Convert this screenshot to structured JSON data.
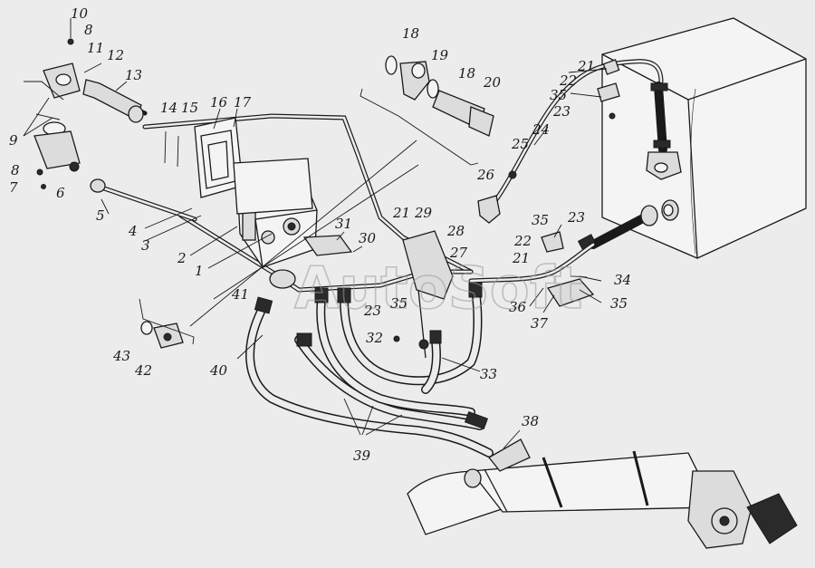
{
  "watermark": "AutoSoft",
  "callouts": [
    {
      "id": "c10",
      "text": "10"
    },
    {
      "id": "c8a",
      "text": "8"
    },
    {
      "id": "c11",
      "text": "11"
    },
    {
      "id": "c12",
      "text": "12"
    },
    {
      "id": "c13",
      "text": "13"
    },
    {
      "id": "c9",
      "text": "9"
    },
    {
      "id": "c8b",
      "text": "8"
    },
    {
      "id": "c7",
      "text": "7"
    },
    {
      "id": "c6",
      "text": "6"
    },
    {
      "id": "c5",
      "text": "5"
    },
    {
      "id": "c14",
      "text": "14"
    },
    {
      "id": "c15",
      "text": "15"
    },
    {
      "id": "c16",
      "text": "16"
    },
    {
      "id": "c17",
      "text": "17"
    },
    {
      "id": "c4",
      "text": "4"
    },
    {
      "id": "c3",
      "text": "3"
    },
    {
      "id": "c2",
      "text": "2"
    },
    {
      "id": "c1",
      "text": "1"
    },
    {
      "id": "c18a",
      "text": "18"
    },
    {
      "id": "c19",
      "text": "19"
    },
    {
      "id": "c18b",
      "text": "18"
    },
    {
      "id": "c20",
      "text": "20"
    },
    {
      "id": "c21a",
      "text": "21"
    },
    {
      "id": "c22a",
      "text": "22"
    },
    {
      "id": "c35a",
      "text": "35"
    },
    {
      "id": "c23a",
      "text": "23"
    },
    {
      "id": "c24",
      "text": "24"
    },
    {
      "id": "c25",
      "text": "25"
    },
    {
      "id": "c26",
      "text": "26"
    },
    {
      "id": "c31",
      "text": "31"
    },
    {
      "id": "c30",
      "text": "30"
    },
    {
      "id": "c21b",
      "text": "21"
    },
    {
      "id": "c29",
      "text": "29"
    },
    {
      "id": "c28",
      "text": "28"
    },
    {
      "id": "c27",
      "text": "27"
    },
    {
      "id": "c35b",
      "text": "35"
    },
    {
      "id": "c23b",
      "text": "23"
    },
    {
      "id": "c22b",
      "text": "22"
    },
    {
      "id": "c21c",
      "text": "21"
    },
    {
      "id": "c34",
      "text": "34"
    },
    {
      "id": "c35c",
      "text": "35"
    },
    {
      "id": "c36",
      "text": "36"
    },
    {
      "id": "c37",
      "text": "37"
    },
    {
      "id": "c41",
      "text": "41"
    },
    {
      "id": "c23c",
      "text": "23"
    },
    {
      "id": "c35d",
      "text": "35"
    },
    {
      "id": "c32",
      "text": "32"
    },
    {
      "id": "c33",
      "text": "33"
    },
    {
      "id": "c43",
      "text": "43"
    },
    {
      "id": "c42",
      "text": "42"
    },
    {
      "id": "c40",
      "text": "40"
    },
    {
      "id": "c39",
      "text": "39"
    },
    {
      "id": "c38",
      "text": "38"
    }
  ]
}
